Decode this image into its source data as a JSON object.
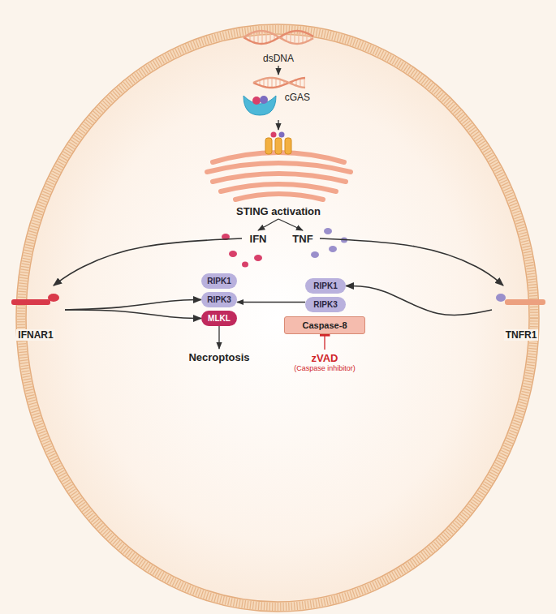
{
  "diagram": {
    "nodes": [
      {
        "text": [
          "dsDNA"
        ]
      },
      {
        "text": [
          "cGAS"
        ]
      },
      {
        "text": [
          "STING activation"
        ]
      },
      {
        "text": [
          "IFN"
        ]
      },
      {
        "text": [
          "TNF"
        ]
      },
      {
        "text": [
          "IFNAR1"
        ]
      },
      {
        "text": [
          "TNFR1"
        ]
      },
      {
        "text": [
          "RIPK1"
        ]
      },
      {
        "text": [
          "RIPK3"
        ]
      },
      {
        "text": [
          "MLKL"
        ]
      },
      {
        "text": [
          "Necroptosis"
        ]
      },
      {
        "text": [
          "RIPK1"
        ]
      },
      {
        "text": [
          "RIPK3"
        ]
      },
      {
        "text": [
          "Caspase-8"
        ]
      },
      {
        "text": [
          "zVAD",
          "(Caspase inhibitor)"
        ]
      }
    ],
    "edges": [
      {
        "from": 0,
        "to": 1,
        "arrow": "to"
      },
      {
        "from": 1,
        "to": 2,
        "arrow": "to"
      },
      {
        "from": 2,
        "to": 3,
        "arrow": "to"
      },
      {
        "from": 2,
        "to": 4,
        "arrow": "to"
      },
      {
        "from": 3,
        "to": 5,
        "arrow": "to"
      },
      {
        "from": 4,
        "to": 6,
        "arrow": "to"
      },
      {
        "from": 5,
        "to": 8,
        "arrow": "to"
      },
      {
        "from": 5,
        "to": 9,
        "arrow": "to"
      },
      {
        "from": 6,
        "to": 11,
        "arrow": "to"
      },
      {
        "from": 12,
        "to": 8,
        "arrow": "to"
      },
      {
        "from": 9,
        "to": 10,
        "arrow": "to"
      },
      {
        "from": 14,
        "to": 13,
        "arrow": "to"
      }
    ]
  }
}
